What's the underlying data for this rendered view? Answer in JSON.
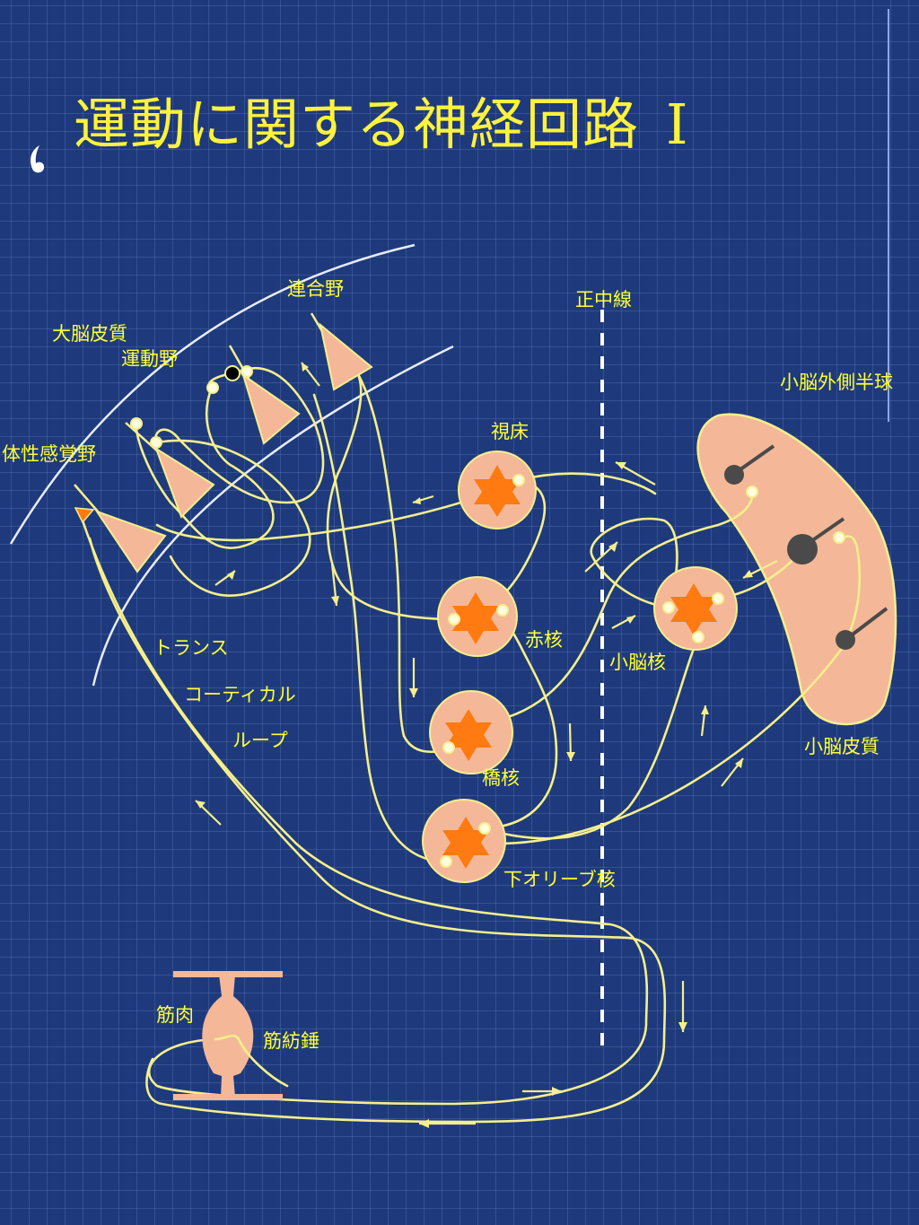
{
  "title": {
    "main": "運動に関する神経回路",
    "numeral": "I"
  },
  "labels": {
    "association_area": "連合野",
    "cerebral_cortex": "大脳皮質",
    "motor_area": "運動野",
    "somatosensory_area": "体性感覚野",
    "midline": "正中線",
    "cerebellar_hemisphere": "小脳外側半球",
    "thalamus": "視床",
    "red_nucleus": "赤核",
    "cerebellar_nucleus": "小脳核",
    "pontine_nucleus": "橋核",
    "inferior_olive": "下オリーブ核",
    "cerebellar_cortex": "小脳皮質",
    "transcortical_1": "トランス",
    "transcortical_2": "コーティカル",
    "transcortical_3": "ループ",
    "muscle": "筋肉",
    "muscle_spindle": "筋紡錘"
  },
  "colors": {
    "background": "#1e3a7c",
    "title": "#fff23c",
    "label": "#ffff33",
    "pathway": "#f5ef8c",
    "neuron": "#f4b898",
    "nucleus_star": "#ff7a10",
    "cerebellum": "#f4b898",
    "purkinje": "#4a4a4a"
  },
  "icons": {
    "bullet": "bullet-icon"
  }
}
